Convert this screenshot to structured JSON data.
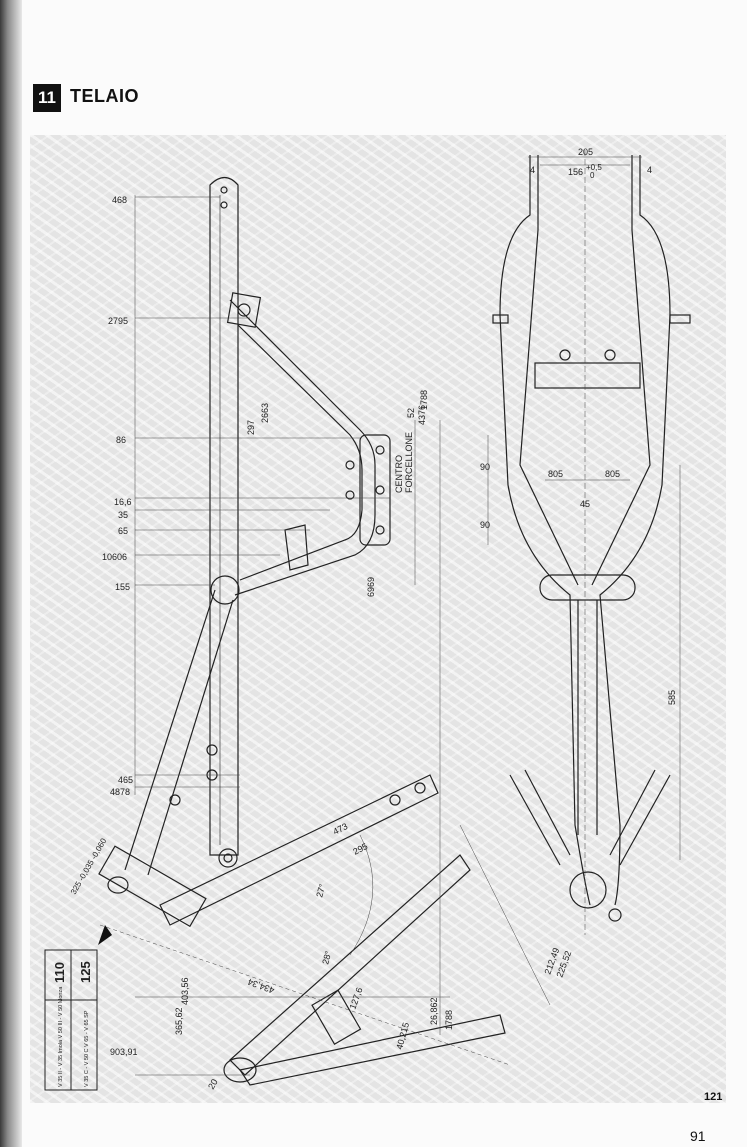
{
  "header": {
    "chapter_number": "11",
    "title": "TELAIO"
  },
  "side_view_dims": {
    "d468": "468",
    "d2795": "2795",
    "d86": "86",
    "d166": "16,6",
    "d35": "35",
    "d65": "65",
    "d10606": "10606",
    "d155": "155",
    "d297": "297",
    "d2663": "2663",
    "d52": "52",
    "d4376": "4376",
    "d1788a": "1788",
    "centro": "CENTRO",
    "forcellone": "FORCELLONE",
    "d6969": "6969",
    "d465": "465",
    "d4878": "4878",
    "tol": "325 -0,035 -0,060",
    "d473": "473",
    "d295": "295",
    "a27": "27°",
    "a28": "28°",
    "d43434": "434,34",
    "d40356": "403,56",
    "d36562": "365,62",
    "d90391": "903,91",
    "d26862": "26,862",
    "d1788b": "1788",
    "d1276": "127,6",
    "d40215": "40,215",
    "d21249": "212,49",
    "d22552": "225,52",
    "d20": "20"
  },
  "top_view_dims": {
    "d205": "205",
    "d4l": "4",
    "d4r": "4",
    "d156": "156",
    "tol_plus": "+0,5",
    "tol_zero": "0",
    "d90a": "90",
    "d90b": "90",
    "d805l": "805",
    "d805r": "805",
    "d45": "45",
    "d585": "585"
  },
  "model_table": {
    "row1_models": "V 35 II - V 35 Imola  V 50 III - V 50 Monza",
    "row1_value": "110",
    "row2_models": "V 35 C - V 50 C  V 65 - V 65 SP",
    "row2_value": "125"
  },
  "footer": {
    "inner_page": "121",
    "page_number": "91"
  }
}
